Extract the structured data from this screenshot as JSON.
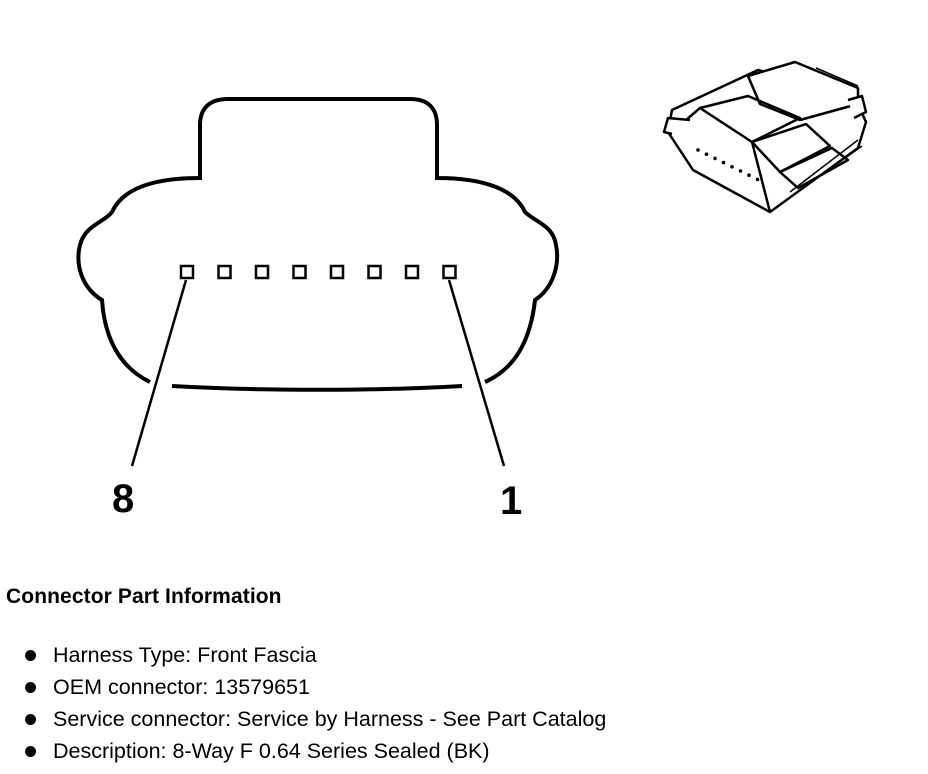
{
  "pin_labels": {
    "left": "8",
    "right": "1"
  },
  "connector_part_info": {
    "title": "Connector Part Information",
    "items": [
      {
        "label": "Harness Type",
        "value": "Front Fascia",
        "text": "Harness Type: Front Fascia"
      },
      {
        "label": "OEM connector",
        "value": "13579651",
        "text": "OEM connector: 13579651"
      },
      {
        "label": "Service connector",
        "value": "Service by Harness - See Part Catalog",
        "text": "Service connector: Service by Harness - See Part Catalog"
      },
      {
        "label": "Description",
        "value": "8-Way F 0.64 Series Sealed (BK)",
        "text": "Description: 8-Way F 0.64 Series Sealed (BK)"
      }
    ]
  },
  "pin_count": 8
}
